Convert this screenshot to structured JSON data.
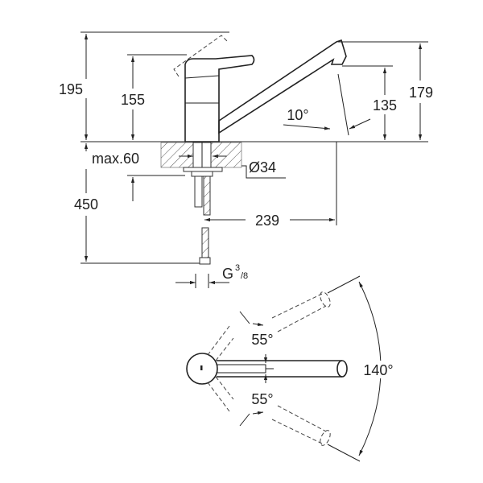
{
  "dimensions": {
    "total_height": "195",
    "lever_height": "155",
    "spout_height": "179",
    "outlet_height": "135",
    "spout_angle": "10°",
    "deck_thickness": "max.60",
    "hole_diameter": "Ø34",
    "hose_length": "450",
    "spout_reach": "239",
    "connection_thread_prefix": "G",
    "connection_thread_num": "3",
    "connection_thread_den": "/8"
  },
  "plan_view": {
    "swivel_range": "140°",
    "lever_angle_up": "55°",
    "lever_angle_down": "55°"
  }
}
